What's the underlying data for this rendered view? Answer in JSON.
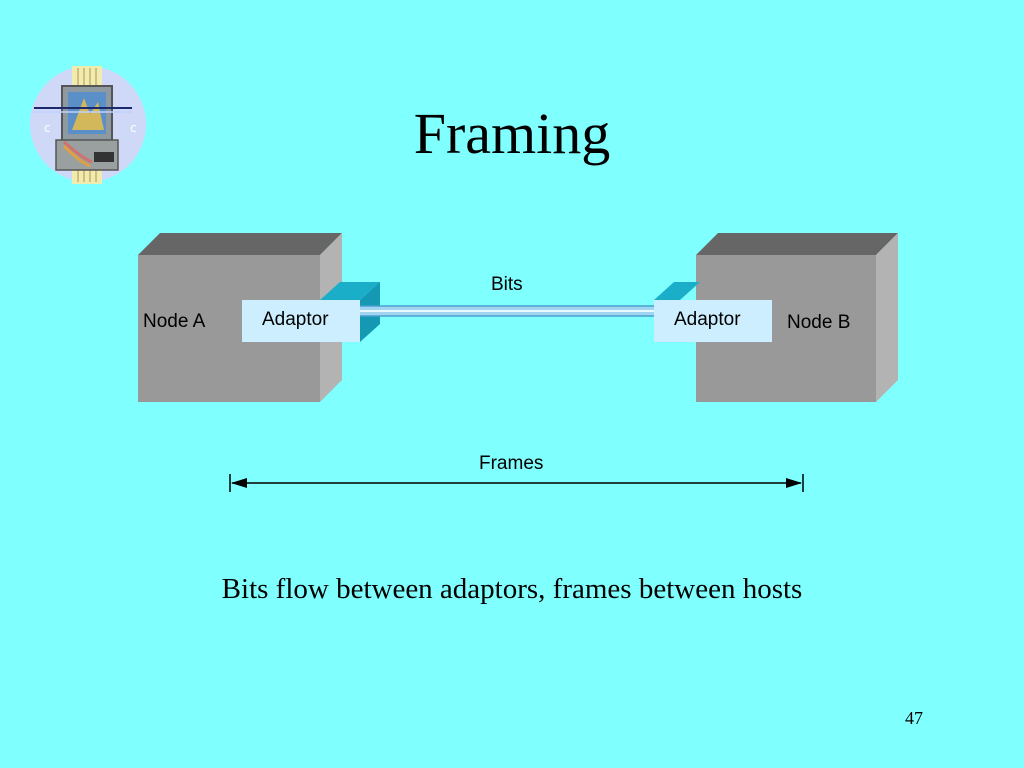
{
  "slide": {
    "title": "Framing",
    "caption": "Bits flow between adaptors, frames between hosts",
    "page_number": "47"
  },
  "diagram": {
    "node_a": {
      "label": "Node A",
      "adaptor_label": "Adaptor"
    },
    "node_b": {
      "label": "Node B",
      "adaptor_label": "Adaptor"
    },
    "link_label": "Bits",
    "span_label": "Frames"
  },
  "colors": {
    "background": "#80ffff",
    "node_front": "#999999",
    "node_top": "#666666",
    "node_side": "#b3b3b3",
    "adaptor_face": "#cceeff",
    "adaptor_side": "#1aaec8"
  },
  "logo": {
    "icon": "network-emblem-icon"
  }
}
